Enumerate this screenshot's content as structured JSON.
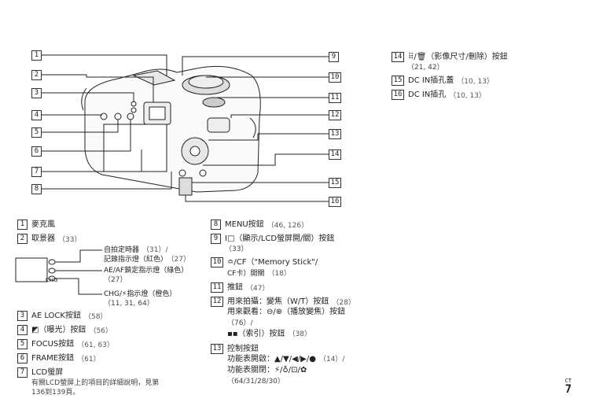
{
  "right_top": [
    {
      "n": "14",
      "text": "⠿/🗑（影像尺寸/刪除）按鈕",
      "ref": "（21, 42）"
    },
    {
      "n": "15",
      "text": "DC IN插孔蓋",
      "ref": "（10, 13）"
    },
    {
      "n": "16",
      "text": "DC IN插孔",
      "ref": "（10, 13）"
    }
  ],
  "left_items": [
    {
      "n": "1",
      "text": "麥克風",
      "ref": ""
    },
    {
      "n": "2",
      "text": "取景器",
      "ref": "（33）"
    },
    {
      "n": "3",
      "text": "AE LOCK按鈕",
      "ref": "（58）"
    },
    {
      "n": "4",
      "text": "◩（曝光）按鈕",
      "ref": "（56）"
    },
    {
      "n": "5",
      "text": "FOCUS按鈕",
      "ref": "（61, 63）"
    },
    {
      "n": "6",
      "text": "FRAME按鈕",
      "ref": "（61）"
    },
    {
      "n": "7",
      "text": "LCD螢屏",
      "ref": ""
    }
  ],
  "lcd_note": [
    "有關LCD螢屏上的項目的詳細說明，見第",
    "136到139頁。"
  ],
  "viewfinder_sub": [
    {
      "text": "自拍定時器",
      "ref": "（31）/"
    },
    {
      "text": "記錄指示燈（紅色）",
      "ref": "（27）"
    },
    {
      "text": "AE/AF鎖定指示燈（綠色）",
      "ref": ""
    },
    {
      "text": "",
      "ref": "（27）"
    },
    {
      "text": "CHG/⚡指示燈（橙色）",
      "ref": ""
    },
    {
      "text": "",
      "ref": "（11, 31, 64）"
    }
  ],
  "mid_items": [
    {
      "n": "8",
      "lines": [
        {
          "text": "MENU按鈕",
          "ref": "（46, 126）"
        }
      ]
    },
    {
      "n": "9",
      "lines": [
        {
          "text": "I□（顯示/LCD螢屏開/關）按鈕",
          "ref": ""
        },
        {
          "text": "",
          "ref": "（33）"
        }
      ]
    },
    {
      "n": "10",
      "lines": [
        {
          "text": "≏/CF（\"Memory Stick\"/",
          "ref": ""
        },
        {
          "text": "CF卡）開關",
          "ref": "（18）"
        }
      ]
    },
    {
      "n": "11",
      "lines": [
        {
          "text": "推鈕",
          "ref": "（47）"
        }
      ]
    },
    {
      "n": "12",
      "lines": [
        {
          "text": "用來拍攝：變焦（W/T）按鈕",
          "ref": "（28）"
        },
        {
          "text": "用來觀看：⊖/⊕（播放變焦）按鈕",
          "ref": ""
        },
        {
          "text": "",
          "ref": "（76）/"
        },
        {
          "text": "▪▪（索引）按鈕",
          "ref": "（38）"
        }
      ]
    },
    {
      "n": "13",
      "lines": [
        {
          "text": "控制按鈕",
          "ref": ""
        },
        {
          "text": "功能表開啟：▲/▼/◀/▶/●",
          "ref": "（14）/"
        },
        {
          "text": "功能表關閉：⚡/♁/⊡/✿",
          "ref": ""
        },
        {
          "text": "",
          "ref": "（64/31/28/30）"
        }
      ]
    }
  ],
  "callouts": [
    "1",
    "2",
    "3",
    "4",
    "5",
    "6",
    "7",
    "8",
    "9",
    "10",
    "11",
    "12",
    "13",
    "14",
    "15",
    "16"
  ],
  "inset_label": "CHG",
  "page": {
    "lang": "CT",
    "number": "7"
  }
}
